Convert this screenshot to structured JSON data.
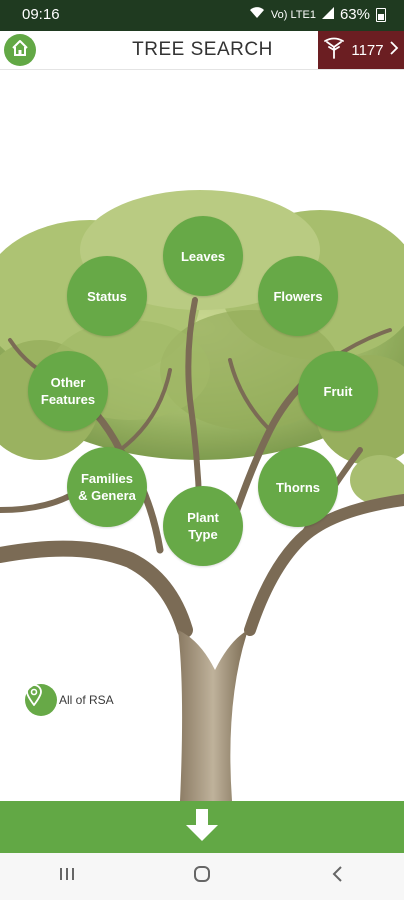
{
  "status_bar": {
    "time": "09:16",
    "signal_label": "Vo) LTE1",
    "battery": "63%"
  },
  "header": {
    "title": "TREE SEARCH",
    "count": "1177",
    "accent_color": "#6b1e22",
    "brand_color": "#62a845"
  },
  "categories": [
    {
      "label": "Leaves"
    },
    {
      "label": "Status"
    },
    {
      "label": "Flowers"
    },
    {
      "label": "Other Features"
    },
    {
      "label": "Fruit"
    },
    {
      "label": "Families & Genera"
    },
    {
      "label": "Thorns"
    },
    {
      "label": "Plant Type"
    }
  ],
  "location": {
    "label": "All of RSA",
    "icon": "map-pin-icon"
  },
  "bottom_bar": {
    "icon": "arrow-down-icon"
  },
  "nav": {
    "recents_icon": "recents-icon",
    "home_icon": "home-circle-icon",
    "back_icon": "back-icon"
  }
}
